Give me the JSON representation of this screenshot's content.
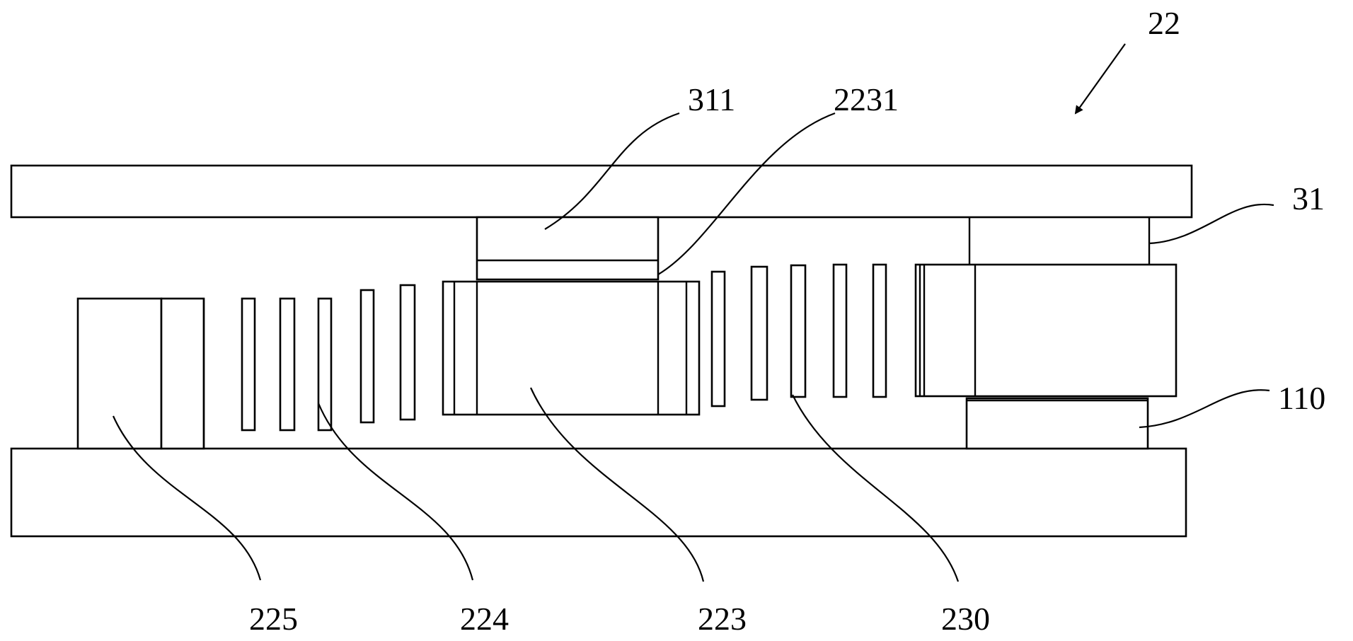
{
  "labels": {
    "assembly": "22",
    "part_311": "311",
    "part_2231": "2231",
    "part_31": "31",
    "part_110": "110",
    "part_225": "225",
    "part_224": "224",
    "part_223": "223",
    "part_230": "230"
  },
  "colors": {
    "line": "#000000",
    "background": "#ffffff"
  }
}
